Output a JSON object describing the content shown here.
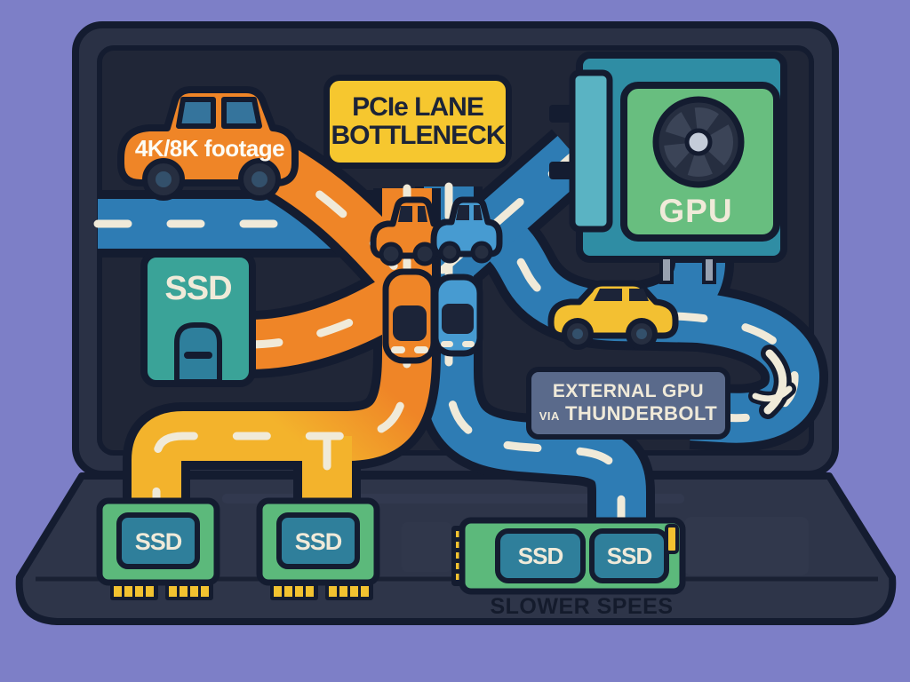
{
  "sign": {
    "line1": "PCIe LANE",
    "line2": "BOTTLENECK"
  },
  "footage_car": {
    "label": "4K/8K footage"
  },
  "gpu": {
    "label": "GPU"
  },
  "ssd_box": {
    "label": "SSD"
  },
  "egpu_label": {
    "line1": "EXTERNAL GPU",
    "via": "VIA",
    "line2": "THUNDERBOLT"
  },
  "ssd_cards": [
    {
      "label": "SSD"
    },
    {
      "label": "SSD"
    }
  ],
  "m2_stick": {
    "chips": [
      {
        "label": "SSD"
      },
      {
        "label": "SSD"
      }
    ],
    "caption": "SLOWER SPEES"
  },
  "icons": {
    "gpu_fan": "fan-icon",
    "bolt": "thunderbolt-icon"
  },
  "colors": {
    "background": "#7d7fc7",
    "laptop_body": "#2a3145",
    "screen": "#202637",
    "road_blue": "#2e7cb4",
    "road_orange": "#ef8527",
    "road_yellow": "#f3b32c",
    "sign_yellow": "#f6c72f",
    "card_green": "#5cb97b",
    "chip_teal": "#2f7f9b",
    "gpu_teal": "#2f8da4",
    "gpu_green": "#68be7f",
    "ssd_teal": "#3aa398",
    "label_slate": "#5a6a8b",
    "cream": "#f0ead9",
    "outline": "#141c30"
  }
}
